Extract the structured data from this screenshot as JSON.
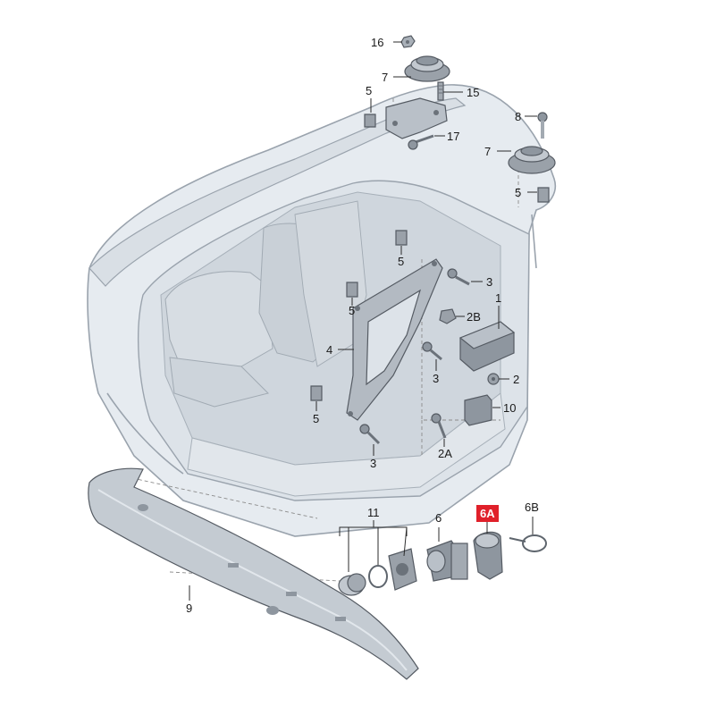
{
  "callouts": [
    {
      "id": "c16",
      "text": "16"
    },
    {
      "id": "c7a",
      "text": "7"
    },
    {
      "id": "c5a",
      "text": "5"
    },
    {
      "id": "c15",
      "text": "15"
    },
    {
      "id": "c17",
      "text": "17"
    },
    {
      "id": "c8",
      "text": "8"
    },
    {
      "id": "c7b",
      "text": "7"
    },
    {
      "id": "c5b",
      "text": "5"
    },
    {
      "id": "c5c",
      "text": "5"
    },
    {
      "id": "c3a",
      "text": "3"
    },
    {
      "id": "c1",
      "text": "1"
    },
    {
      "id": "c5d",
      "text": "5"
    },
    {
      "id": "c2B",
      "text": "2B"
    },
    {
      "id": "c4",
      "text": "4"
    },
    {
      "id": "c3b",
      "text": "3"
    },
    {
      "id": "c2",
      "text": "2"
    },
    {
      "id": "c10",
      "text": "10"
    },
    {
      "id": "c5e",
      "text": "5"
    },
    {
      "id": "c2A",
      "text": "2A"
    },
    {
      "id": "c3c",
      "text": "3"
    },
    {
      "id": "c11",
      "text": "11"
    },
    {
      "id": "c6",
      "text": "6"
    },
    {
      "id": "c6A",
      "text": "6A",
      "highlight": true
    },
    {
      "id": "c6B",
      "text": "6B"
    },
    {
      "id": "c9",
      "text": "9"
    }
  ],
  "colors": {
    "highlight": "#e0202a",
    "body_fill": "#e6ebf0",
    "body_shade": "#cfd6dd",
    "part_fill": "#b9c0c8",
    "part_dark": "#8e969f",
    "bumper_fill": "#c4cbd2"
  }
}
